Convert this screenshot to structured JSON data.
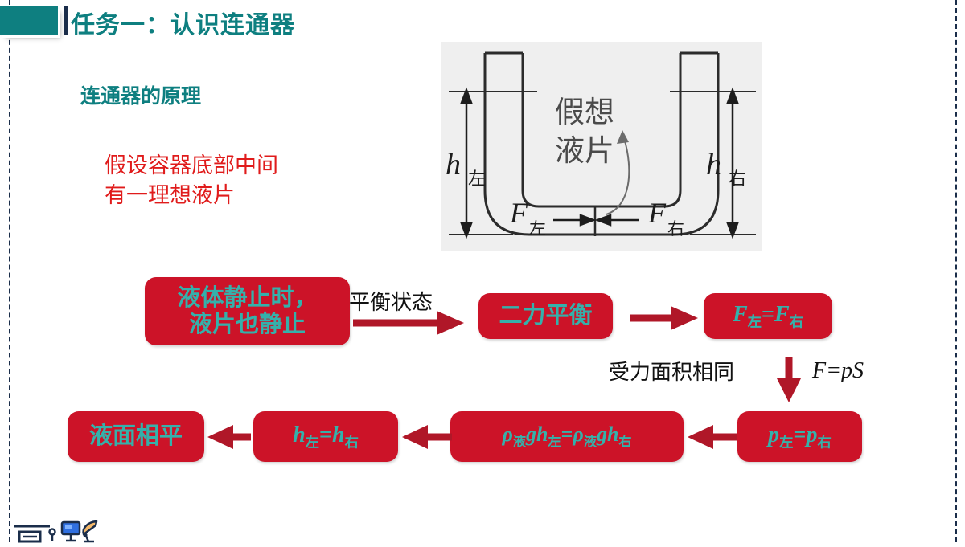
{
  "slide": {
    "title": "任务一：认识连通器",
    "sub_heading": "连通器的原理",
    "red_note_line1": "假设容器底部中间",
    "red_note_line2": "有一理想液片",
    "colors": {
      "teal": "#0e7f80",
      "box_red": "#cc1328",
      "box_text_teal": "#34b1ab",
      "arrow_red": "#b01728",
      "note_red": "#e01b1b",
      "figure_bg": "#efefef",
      "guide_navy": "#1a2d4a"
    }
  },
  "figure": {
    "name": "u-tube-diagram",
    "label_imaginary_sheet_line1": "假想",
    "label_imaginary_sheet_line2": "液片",
    "label_h_left_base": "h",
    "label_h_left_sub": "左",
    "label_h_right_base": "h",
    "label_h_right_sub": "右",
    "label_f_left_base": "F",
    "label_f_left_sub": "左",
    "label_f_right_base": "F",
    "label_f_right_sub": "右"
  },
  "flow": {
    "box_static_line1": "液体静止时，",
    "box_static_line2": "液片也静止",
    "label_equilibrium": "平衡状态",
    "box_balance": "二力平衡",
    "box_force_eq": {
      "left_base": "F",
      "left_sub": "左",
      "op": "=",
      "right_base": "F",
      "right_sub": "右"
    },
    "label_same_area": "受力面积相同",
    "label_f_ps": "F=pS",
    "box_pressure_eq": {
      "left_base": "p",
      "left_sub": "左",
      "op": "=",
      "right_base": "p",
      "right_sub": "右"
    },
    "box_rho_eq": {
      "left_rho": "ρ",
      "left_rho_sub": "液",
      "left_gh": "gh",
      "left_h_sub": "左",
      "op": "=",
      "right_rho": "ρ",
      "right_rho_sub": "液",
      "right_gh": "gh",
      "right_h_sub": "右"
    },
    "box_height_eq": {
      "left_base": "h",
      "left_sub": "左",
      "op": "=",
      "right_base": "h",
      "right_sub": "右"
    },
    "box_level": "液面相平"
  }
}
